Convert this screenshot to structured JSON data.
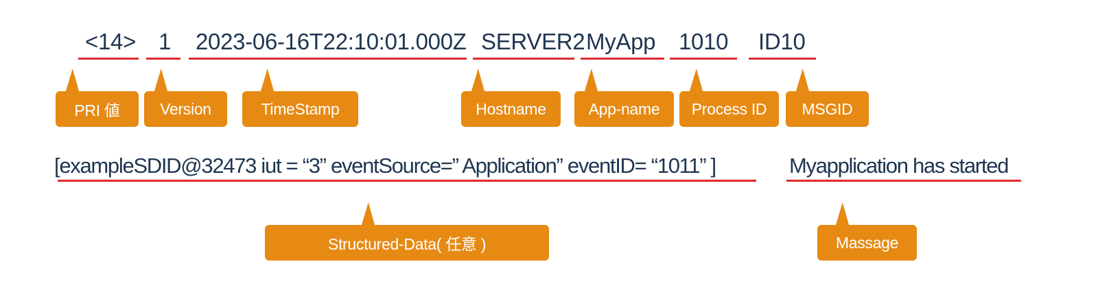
{
  "header_fields": {
    "pri": "<14>",
    "version": "1",
    "timestamp": "2023-06-16T22:10:01.000Z",
    "hostname": "SERVER2",
    "app_name": "MyApp",
    "proc_id": "1010",
    "msg_id": "ID10"
  },
  "header_labels": {
    "pri": "PRI 値",
    "version": "Version",
    "timestamp": "TimeStamp",
    "hostname": "Hostname",
    "app_name": "App-name",
    "proc_id": "Process ID",
    "msg_id": "MSGID"
  },
  "body_fields": {
    "structured_data": "[exampleSDID@32473 iut = “3” eventSource=” Application” eventID= “1011” ]",
    "message": "Myapplication has started"
  },
  "body_labels": {
    "structured_data": "Structured-Data( 任意 )",
    "message": "Massage"
  },
  "colors": {
    "text": "#1f3550",
    "underline": "#e02a2a",
    "callout": "#e68a14",
    "callout_text": "#ffffff"
  }
}
